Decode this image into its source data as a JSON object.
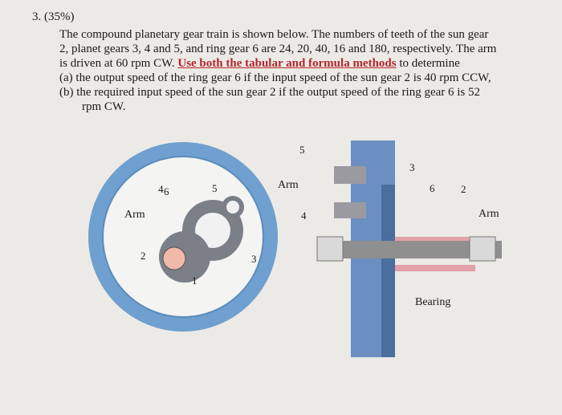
{
  "problem": {
    "number": "3.  (35%)",
    "lines": [
      "The compound planetary gear train is shown below.  The numbers of teeth of the sun gear",
      "2, planet gears 3, 4 and 5, and ring gear 6 are 24, 20, 40, 16 and 180, respectively.  The arm",
      "is driven at 60 rpm CW.  ",
      " to determine",
      "(a) the output speed of the ring gear 6 if the input speed of the sun gear 2 is 40 rpm CCW,",
      "(b) the required input speed of the sun gear 2 if the output speed of the ring gear 6 is 52",
      "rpm CW."
    ],
    "emphasis": "Use both the tabular and formula methods",
    "emphasis_color": "#b3262a"
  },
  "figure": {
    "left_labels": {
      "gear6": "6",
      "gear4": "4",
      "gear5": "5",
      "arm": "Arm",
      "gear2": "2",
      "gear3": "3",
      "link1": "1"
    },
    "right_labels": {
      "gear5": "5",
      "gear3": "3",
      "arm_left": "Arm",
      "gear6": "6",
      "gear2": "2",
      "gear4": "4",
      "arm_right": "Arm",
      "bearing": "Bearing"
    },
    "colors": {
      "ring": "#6fa0cf",
      "arm": "#e3a0a8",
      "planet": "#7a7a7a",
      "housing": "#6b8fc2"
    }
  }
}
